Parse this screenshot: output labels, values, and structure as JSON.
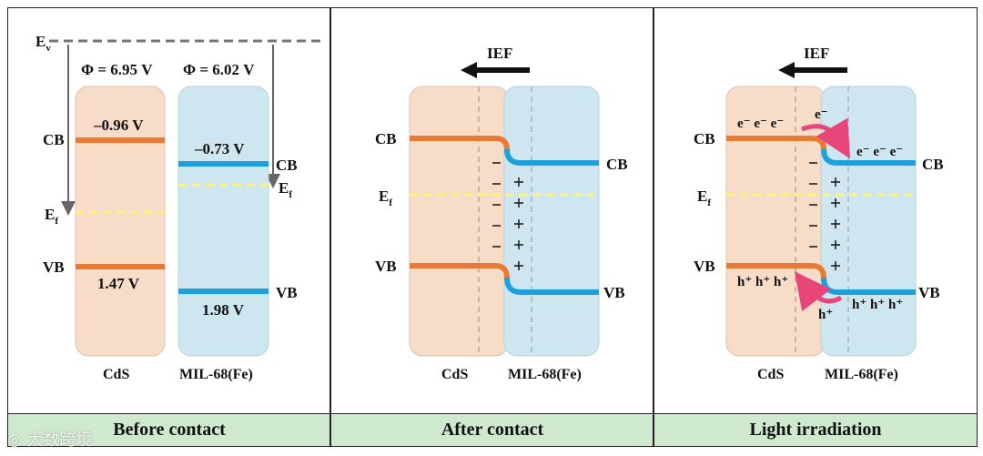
{
  "panels": [
    {
      "caption": "Before contact",
      "ev": "E",
      "ev_sub": "v",
      "phi_left": "Φ = 6.95 V",
      "phi_right": "Φ = 6.02 V",
      "cb": "CB",
      "vb": "VB",
      "ef": "E",
      "ef_sub": "f",
      "cds_cb_value": "–0.96 V",
      "cds_vb_value": "1.47 V",
      "mil_cb_value": "–0.73 V",
      "mil_vb_value": "1.98 V",
      "cds": "CdS",
      "mil": "MIL-68(Fe)"
    },
    {
      "caption": "After contact",
      "ief": "IEF",
      "cb": "CB",
      "vb": "VB",
      "ef": "E",
      "ef_sub": "f",
      "cds": "CdS",
      "mil": "MIL-68(Fe)"
    },
    {
      "caption": "Light irradiation",
      "ief": "IEF",
      "cb": "CB",
      "vb": "VB",
      "ef": "E",
      "ef_sub": "f",
      "cds": "CdS",
      "mil": "MIL-68(Fe)",
      "cds_electrons": "e⁻ e⁻ e⁻",
      "transfer_electron": "e⁻",
      "mil_electrons": "e⁻ e⁻ e⁻",
      "cds_holes": "h⁺ h⁺ h⁺",
      "transfer_hole": "h⁺",
      "mil_holes": "h⁺ h⁺ h⁺"
    }
  ],
  "watermark": "大数跨境",
  "colors": {
    "cds_fill": "#f7dcc8",
    "mil_fill": "#cde6ef",
    "cds_band": "#e87a35",
    "mil_band": "#1ea0dc",
    "fermi": "#fff27a",
    "caption_bg": "#cfe9cf",
    "transfer_arrow": "#e8457a"
  }
}
